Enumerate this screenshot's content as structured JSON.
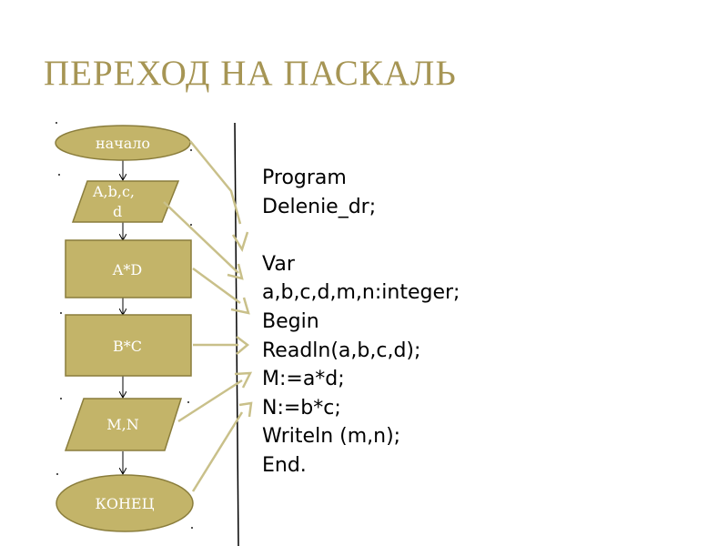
{
  "slide": {
    "title": "ПЕРЕХОД НА ПАСКАЛЬ",
    "accent_color": "#a69554",
    "shape_fill": "#c3b469",
    "shape_stroke": "#8a7d3c"
  },
  "flowchart": {
    "start": "начало",
    "input_line1": "A,b,c,",
    "input_line2": "d",
    "process1": "A*D",
    "process2": "B*C",
    "output": "M,N",
    "end": "КОНЕЦ"
  },
  "code": {
    "lines": [
      "Program",
      "Delenie_dr;",
      "",
      "Var",
      "a,b,c,d,m,n:integer;",
      "Begin",
      "Readln(a,b,c,d);",
      "M:=a*d;",
      "N:=b*c;",
      "Writeln (m,n);",
      "End."
    ]
  }
}
